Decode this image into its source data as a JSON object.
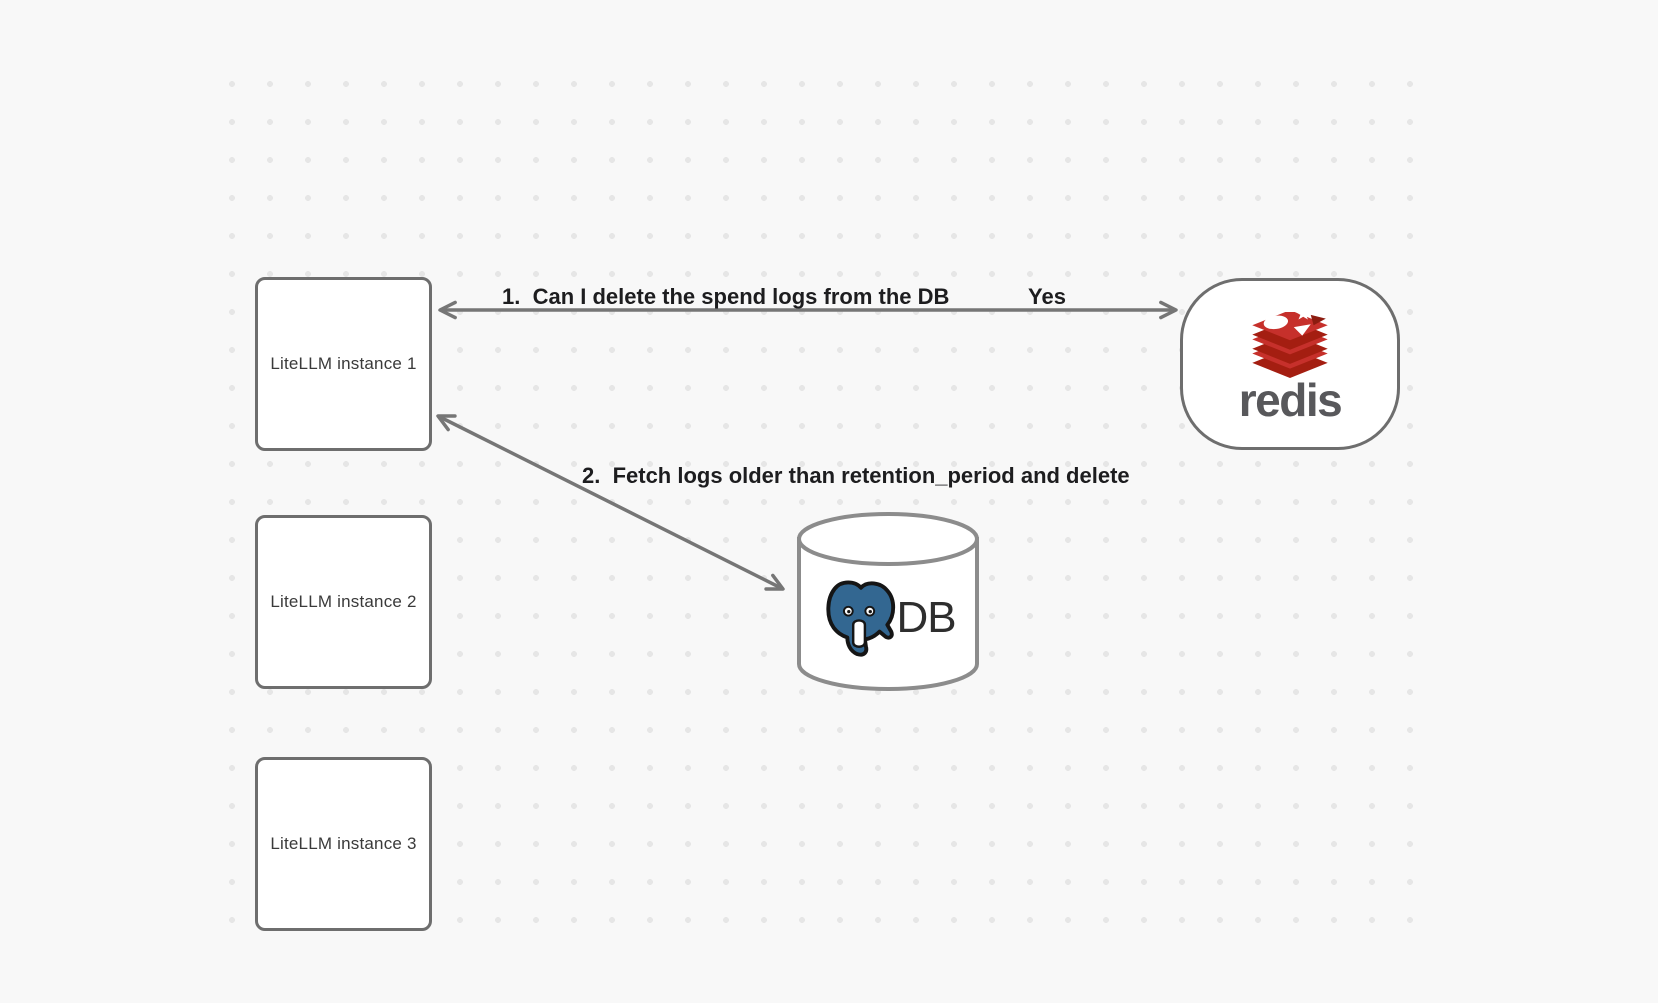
{
  "diagram": {
    "nodes": {
      "instances": [
        {
          "label": "LiteLLM instance 1"
        },
        {
          "label": "LiteLLM instance 2"
        },
        {
          "label": "LiteLLM instance 3"
        }
      ],
      "redis": {
        "wordmark": "redis",
        "icon": "redis-stack-logo"
      },
      "db": {
        "label": "DB",
        "icon": "postgresql-elephant-logo"
      }
    },
    "edges": [
      {
        "label": "1.  Can I delete the spend logs from the DB",
        "reply": "Yes",
        "from": "LiteLLM instance 1",
        "to": "redis",
        "arrows": "both"
      },
      {
        "label": "2.  Fetch logs older than retention_period and delete",
        "from": "LiteLLM instance 1",
        "to": "DB",
        "arrows": "both"
      }
    ],
    "colors": {
      "background": "#f8f8f8",
      "grid_dot": "#e6e6e6",
      "node_stroke": "#6e6e6e",
      "arrow": "#767676",
      "edge_label_text": "#1d1d1f",
      "node_text": "#3a3a3a",
      "redis_red": "#c6302b",
      "redis_dark_red": "#a41e11",
      "redis_wordmark": "#58585b",
      "postgres_blue": "#336791",
      "db_text": "#2e2e2e"
    }
  }
}
